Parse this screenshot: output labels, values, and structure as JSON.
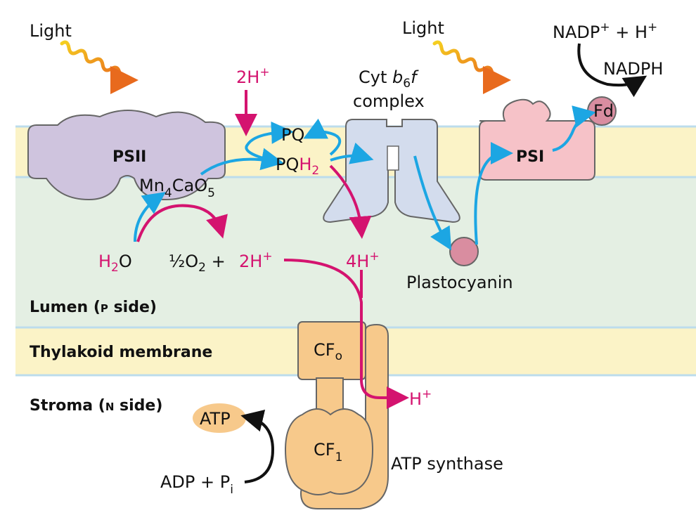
{
  "labels": {
    "light_left": "Light",
    "light_right": "Light",
    "psii": "PSII",
    "mn_cluster": "Mn",
    "mn_sub": "4",
    "mn_ca": "CaO",
    "mn_sub2": "5",
    "two_h_top": "2H",
    "h_sup": "+",
    "pq": "PQ",
    "pqh2_base": "PQ",
    "pqh2_h": "H",
    "pqh2_sub": "2",
    "cyt_line1": "Cyt ",
    "cyt_b": "b",
    "cyt_sub": "6",
    "cyt_f": "f",
    "cyt_line2": "complex",
    "psi": "PSI",
    "fd": "Fd",
    "nadp": "NADP",
    "nadp_rest": " + H",
    "nadph": "NADPH",
    "h2o_h": "H",
    "h2o_sub": "2",
    "h2o_o": "O",
    "half_o2": "½O",
    "half_o2_sub": "2",
    "half_plus": " + ",
    "two_h_lumen": "2H",
    "four_h": "4H",
    "plastocyanin": "Plastocyanin",
    "lumen": "Lumen (",
    "lumen_p": "P",
    "lumen_end": " side)",
    "thylakoid_membrane": "Thylakoid membrane",
    "stroma": "Stroma (",
    "stroma_n": "N",
    "stroma_end": " side)",
    "cfo_base": "CF",
    "cfo_sub": "o",
    "cf1_base": "CF",
    "cf1_sub": "1",
    "atp": "ATP",
    "adp": "ADP + P",
    "adp_sub": "i",
    "h_stroma": "H",
    "atp_synthase": "ATP synthase"
  },
  "colors": {
    "membrane": "#fbf3c7",
    "lumen": "#e4efe3",
    "membrane_line": "#bcdcec",
    "psii": "#cfc4de",
    "cyt": "#d3dced",
    "psi": "#f6c2c8",
    "plastocyanin": "#d98da0",
    "atp_synthase": "#f7c98b",
    "electron_arrow": "#1ca6e3",
    "proton_arrow": "#d4136f"
  }
}
